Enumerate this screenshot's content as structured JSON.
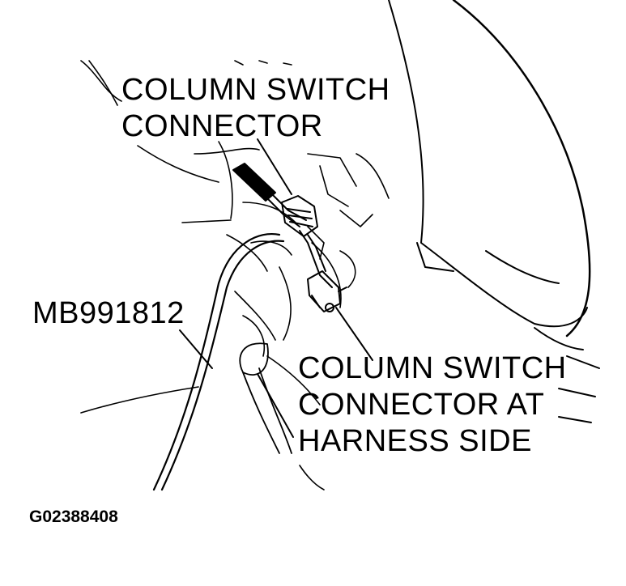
{
  "labels": {
    "column_switch_connector": [
      "COLUMN SWITCH",
      "CONNECTOR"
    ],
    "harness_side_connector": [
      "COLUMN SWITCH",
      "CONNECTOR AT",
      "HARNESS SIDE"
    ],
    "tool_number": "MB991812",
    "figure_id": "G02388408"
  },
  "colors": {
    "ink": "#000000",
    "paper": "#ffffff"
  }
}
